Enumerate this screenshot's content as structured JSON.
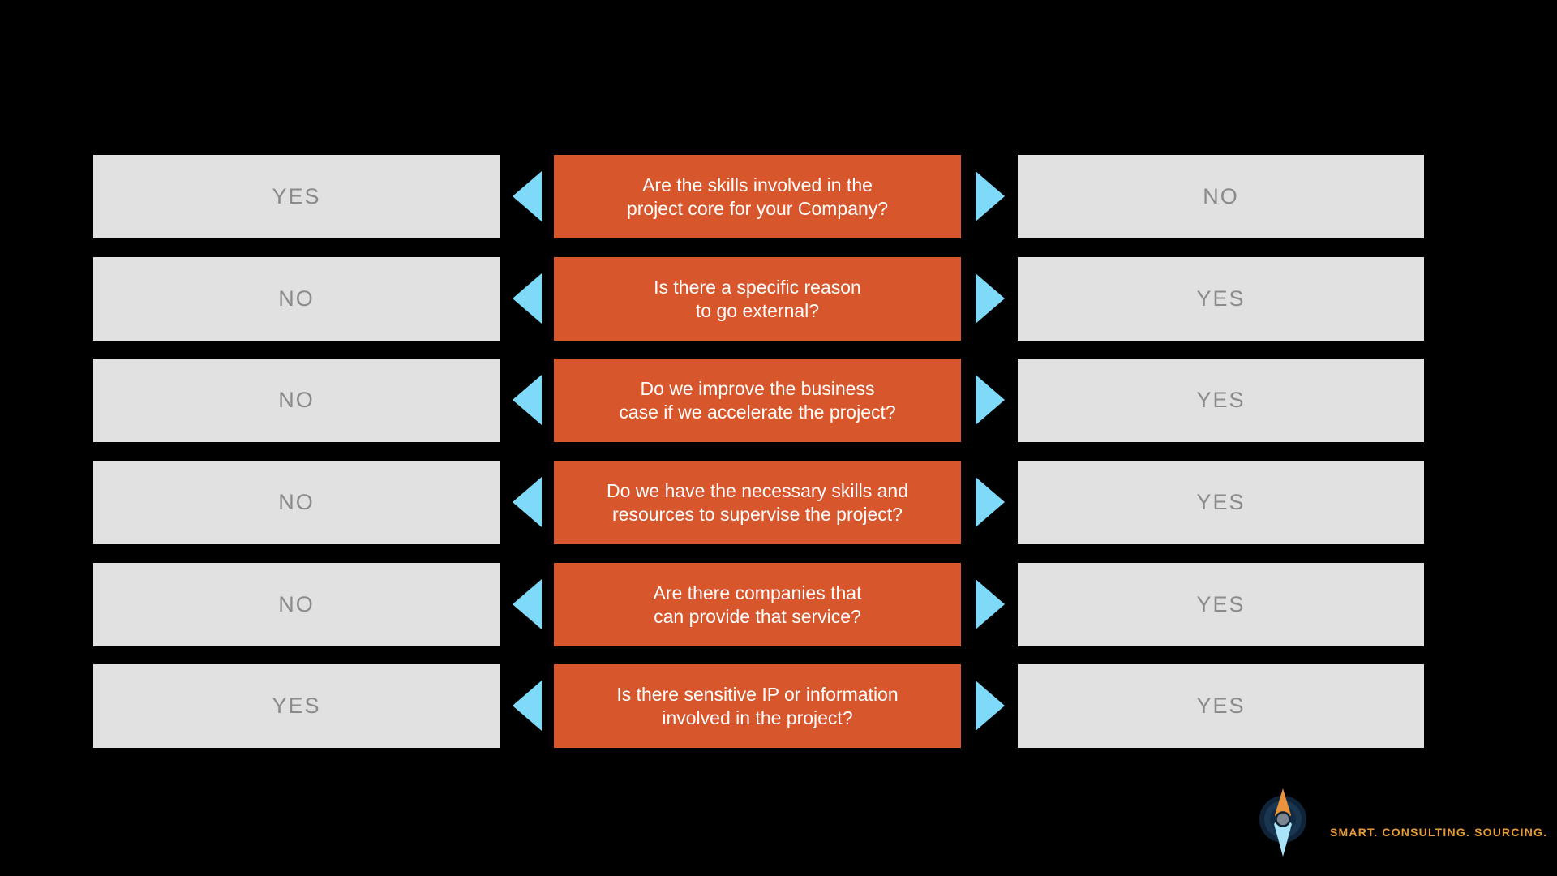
{
  "background": "#000000",
  "colors": {
    "background": "#000000",
    "question_box": "#D8562C",
    "question_text": "#FFFFFF",
    "answer_box": "#E1E1E1",
    "answer_text": "#8A8A8A",
    "arrow": "#7EDAF8",
    "logo_navy": "#0F2439",
    "logo_ring": "#1A3550",
    "logo_inner": "#122B44",
    "logo_orange": "#E9943C",
    "logo_blue": "#A9E3F8",
    "logo_center": "#7B8792",
    "logo_center_stroke": "#0E2133",
    "tagline": "#E79A35"
  },
  "flow": {
    "rows": [
      {
        "left": "YES",
        "question": "Are the skills involved in the\nproject core for your Company?",
        "right": "NO"
      },
      {
        "left": "NO",
        "question": "Is there a specific reason\nto go external?",
        "right": "YES"
      },
      {
        "left": "NO",
        "question": "Do we improve the business\ncase if we accelerate the project?",
        "right": "YES"
      },
      {
        "left": "NO",
        "question": "Do we have the necessary skills and\nresources to supervise the project?",
        "right": "YES"
      },
      {
        "left": "NO",
        "question": "Are there companies that\ncan provide that service?",
        "right": "YES"
      },
      {
        "left": "YES",
        "question": "Is there sensitive IP or information\ninvolved in the project?",
        "right": "YES"
      }
    ]
  },
  "logo": {
    "icon": "compass-icon",
    "tagline": "SMART. CONSULTING. SOURCING."
  }
}
